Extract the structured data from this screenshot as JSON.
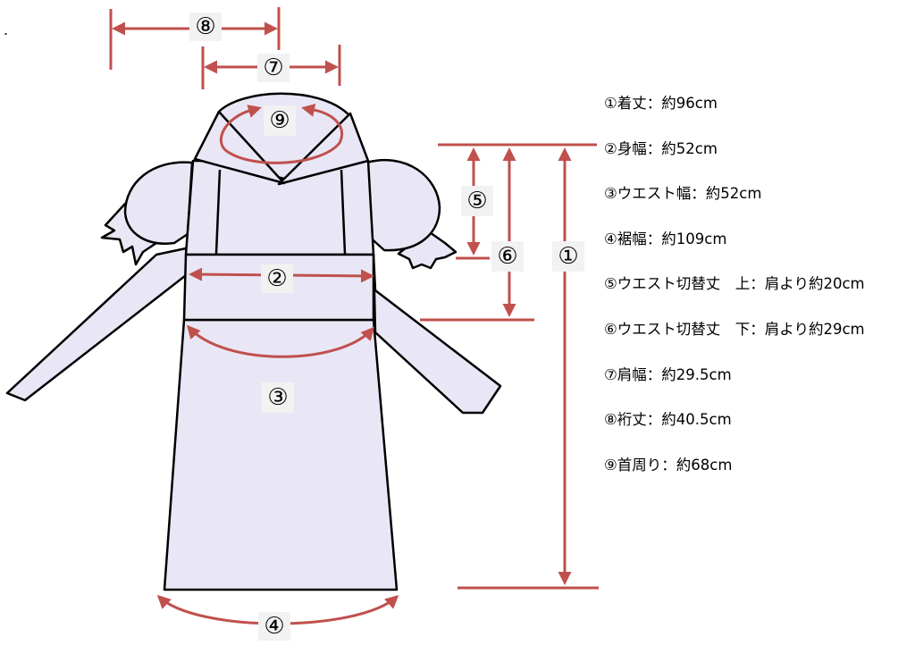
{
  "stray_mark": ".",
  "colors": {
    "garment_fill": "#e9e7f6",
    "outline": "#000000",
    "dimension_line": "#c0504d"
  },
  "markers": {
    "m1": "①",
    "m2": "②",
    "m3": "③",
    "m4": "④",
    "m5": "⑤",
    "m6": "⑥",
    "m7": "⑦",
    "m8": "⑧",
    "m9": "⑨"
  },
  "legend": [
    "①着丈：約96cm",
    "②身幅：約52cm",
    "③ウエスト幅：約52cm",
    "④裾幅：約109cm",
    "⑤ウエスト切替丈　上：肩より約20cm",
    "⑥ウエスト切替丈　下：肩より約29cm",
    "⑦肩幅：約29.5cm",
    "⑧裄丈：約40.5cm",
    "⑨首周り：約68cm"
  ]
}
